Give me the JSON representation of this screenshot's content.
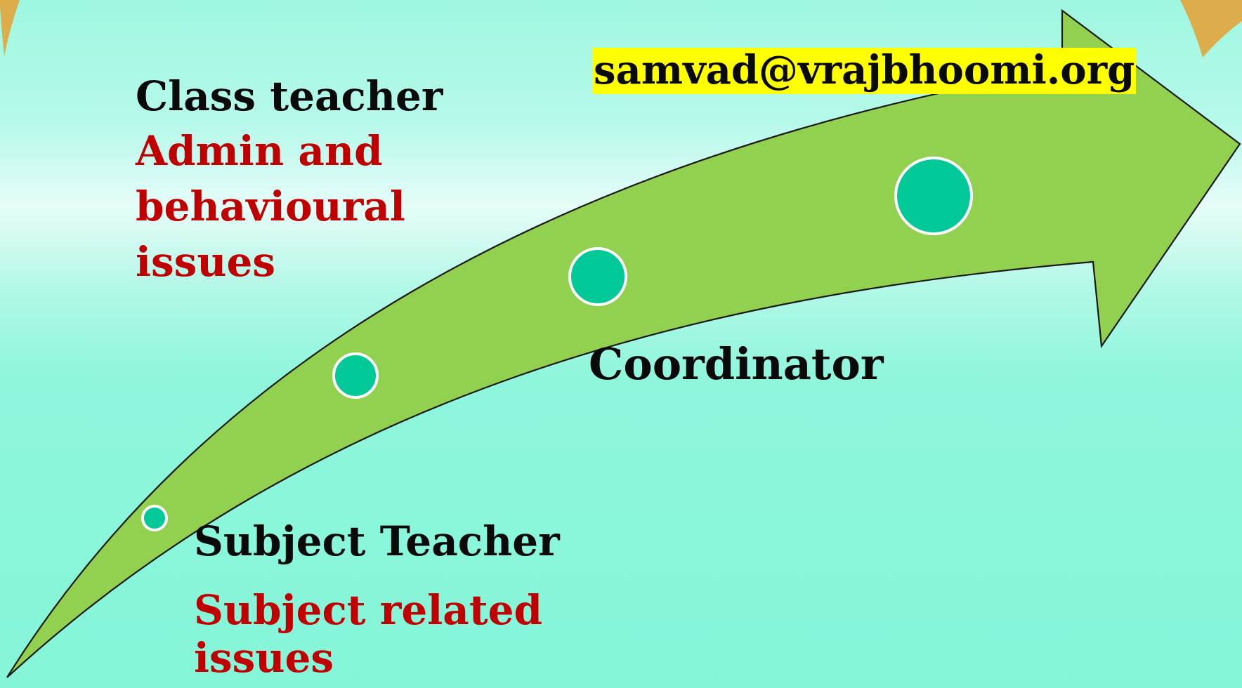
{
  "email": "samvad@vrajbhoomi.org",
  "levels": [
    {
      "role": "Subject Teacher",
      "description_lines": [
        "Subject related",
        "issues"
      ]
    },
    {
      "role": "Class teacher",
      "description_lines": [
        "Admin and",
        "behavioural",
        "issues"
      ]
    },
    {
      "role": "Coordinator"
    }
  ],
  "colors": {
    "background": "#8ff6dc",
    "arrow_fill": "#92d050",
    "dot_fill": "#00c896",
    "role_text": "#0a0a0a",
    "description_text": "#c00000",
    "email_highlight": "#ffff00"
  }
}
